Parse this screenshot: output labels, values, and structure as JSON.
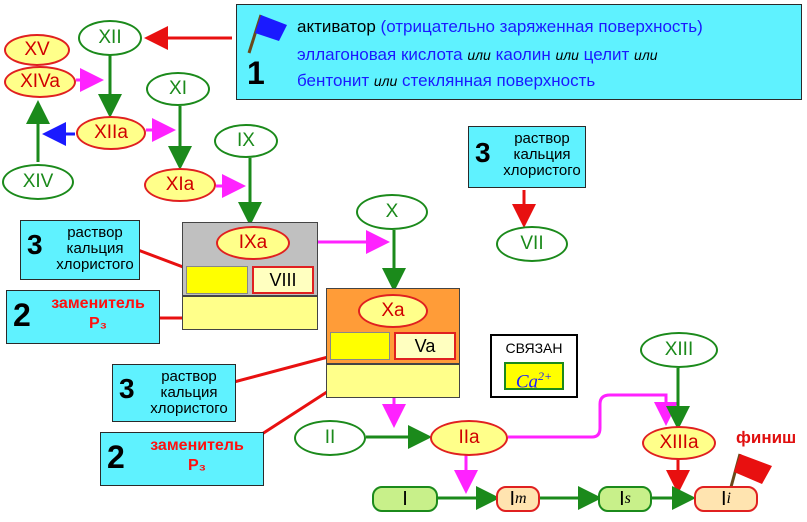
{
  "activator": {
    "number": "1",
    "line1_label": "активатор",
    "line1_paren": "(отрицательно заряженная поверхность)",
    "line2_a": "эллагоновая кислота",
    "line2_or1": "или",
    "line2_b": "каолин",
    "line2_or2": "или",
    "line2_c": "целит",
    "line2_or3": "или",
    "line3_a": "бентонит",
    "line3_or": "или",
    "line3_b": "стеклянная поверхность"
  },
  "factors": {
    "xii": "XII",
    "xv": "XV",
    "xiva": "XIVa",
    "xiia": "XIIa",
    "xiv": "XIV",
    "xi": "XI",
    "xia": "XIa",
    "ix": "IX",
    "ixa": "IXa",
    "viii": "VIII",
    "x": "X",
    "xa": "Xa",
    "va": "Va",
    "vii": "VII",
    "ii": "II",
    "iia": "IIa",
    "xiii": "XIII",
    "xiiia": "XIIIa"
  },
  "calcium": {
    "number": "3",
    "label": "раствор кальция хлористого"
  },
  "substitute": {
    "number": "2",
    "label": "заменитель",
    "sub": "P₃"
  },
  "bound": {
    "label": "СВЯЗАН",
    "ion": "Ca",
    "charge": "2+"
  },
  "finish": "финиш",
  "fibrin": {
    "i": "I",
    "im_base": "I",
    "im_sub": "m",
    "is_base": "I",
    "is_sub": "s",
    "ii_base": "I",
    "ii_sub": "i"
  },
  "colors": {
    "cyan": "#5ff2ff",
    "green": "#1b8a1b",
    "red": "#e02020",
    "magenta": "#ff22ff",
    "blue": "#1a1aff",
    "yellow": "#ffff8a",
    "orange": "#ff9c38"
  }
}
